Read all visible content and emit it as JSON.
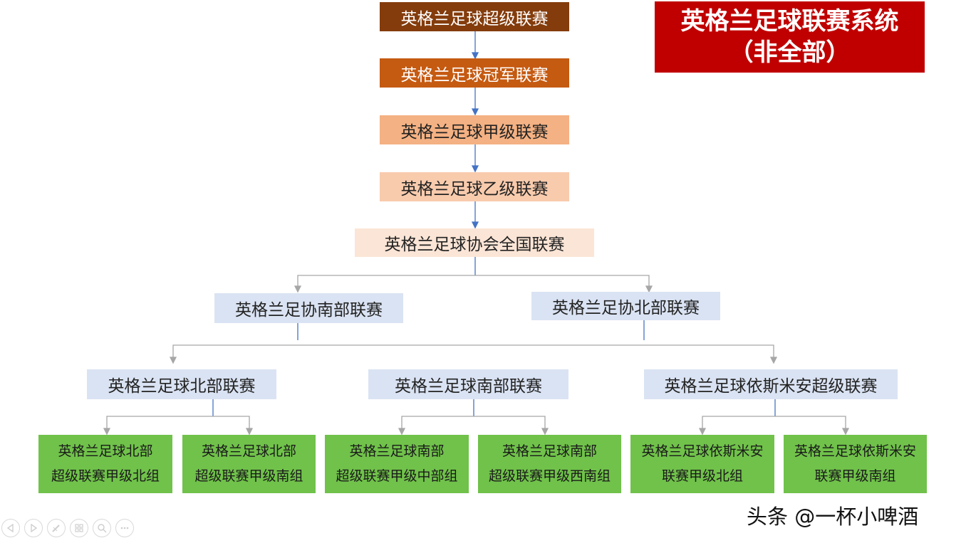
{
  "title": {
    "line1": "英格兰足球联赛系统",
    "line2": "（非全部）"
  },
  "tiers": {
    "premier": "英格兰足球超级联赛",
    "championship": "英格兰足球冠军联赛",
    "league_one": "英格兰足球甲级联赛",
    "league_two": "英格兰足球乙级联赛",
    "national": "英格兰足球协会全国联赛",
    "south": "英格兰足协南部联赛",
    "north": "英格兰足协北部联赛",
    "northern": "英格兰足球北部联赛",
    "southern": "英格兰足球南部联赛",
    "isthmian": "英格兰足球依斯米安超级联赛"
  },
  "divisions": {
    "northern_a": {
      "line1": "英格兰足球北部",
      "line2": "超级联赛甲级北组"
    },
    "northern_b": {
      "line1": "英格兰足球北部",
      "line2": "超级联赛甲级南组"
    },
    "southern_a": {
      "line1": "英格兰足球南部",
      "line2": "超级联赛甲级中部组"
    },
    "southern_b": {
      "line1": "英格兰足球南部",
      "line2": "超级联赛甲级西南组"
    },
    "isthmian_a": {
      "line1": "英格兰足球依斯米安",
      "line2": "联赛甲级北组"
    },
    "isthmian_b": {
      "line1": "英格兰足球依斯米安",
      "line2": "联赛甲级南组"
    }
  },
  "watermark": "头条 @一杯小啤酒",
  "colors": {
    "premier": "#843c0c",
    "championship": "#c55a11",
    "league_one": "#f4b183",
    "league_two": "#f8cbad",
    "national": "#fbe5d6",
    "regional": "#dae3f3",
    "division": "#70c24a",
    "title_bg": "#c00000",
    "arrow_blue": "#4472c4",
    "arrow_gray": "#a6a6a6"
  },
  "toolbar_icons": [
    "prev-icon",
    "next-icon",
    "pen-icon",
    "slides-icon",
    "zoom-icon",
    "more-icon"
  ]
}
